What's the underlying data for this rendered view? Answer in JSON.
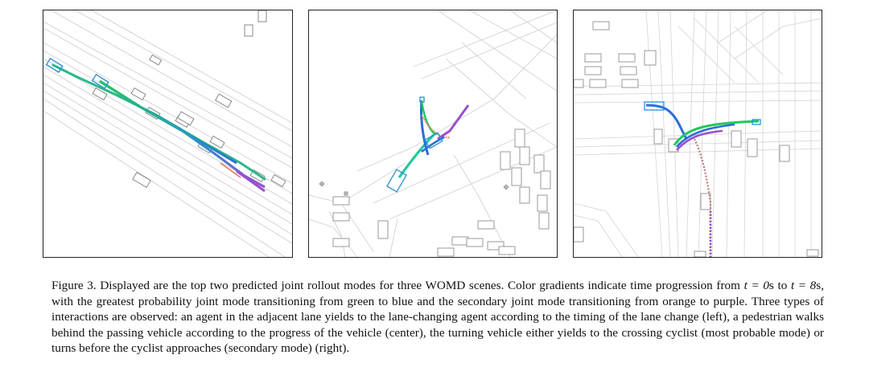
{
  "figure": {
    "panels": [
      {
        "id": "lane-change",
        "position": "left"
      },
      {
        "id": "pedestrian",
        "position": "center"
      },
      {
        "id": "turning-vehicle",
        "position": "right"
      }
    ],
    "colors": {
      "mode1_start": "#22c85a",
      "mode1_end": "#2a6fd6",
      "mode2_start": "#e88a6a",
      "mode2_end": "#9a4fd0",
      "roadmap": "#c8c8c8",
      "agent_box": "#888888",
      "ego_box": "#2b8fd6"
    }
  },
  "caption": {
    "label": "Figure 3.",
    "text_1": " Displayed are the top two predicted joint rollout modes for three WOMD scenes. Color gradients indicate time progression from ",
    "math_1": "t = 0",
    "text_2": "s to ",
    "math_2": "t = 8",
    "text_3": "s, with the greatest probability joint mode transitioning from green to blue and the secondary joint mode transitioning from orange to purple. Three types of interactions are observed: an agent in the adjacent lane yields to the lane-changing agent according to the timing of the lane change (left), a pedestrian walks behind the passing vehicle according to the progress of the vehicle (center), the turning vehicle either yields to the crossing cyclist (most probable mode) or turns before the cyclist approaches (secondary mode) (right)."
  }
}
